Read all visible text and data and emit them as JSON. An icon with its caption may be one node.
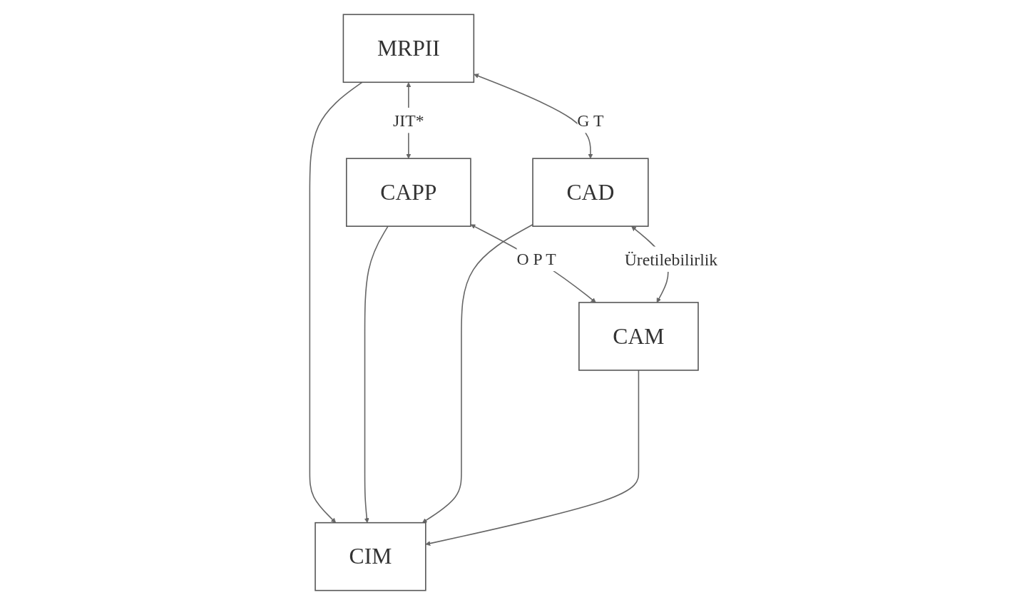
{
  "diagram": {
    "nodes": [
      {
        "text": [
          "MRPII"
        ]
      },
      {
        "text": [
          "CAPP"
        ]
      },
      {
        "text": [
          "CIM"
        ]
      },
      {
        "text": [
          "CAD"
        ]
      },
      {
        "text": [
          "CAM"
        ]
      }
    ],
    "edges": [
      {
        "from": 0,
        "to": 1,
        "arrow": "both",
        "label": "JIT*"
      },
      {
        "from": 0,
        "to": 3,
        "arrow": "both",
        "label": "G T"
      },
      {
        "from": 1,
        "to": 4,
        "arrow": "both",
        "label": "O P T"
      },
      {
        "from": 3,
        "to": 4,
        "arrow": "both",
        "label": "Üretilebilirlik"
      },
      {
        "from": 0,
        "to": 2,
        "arrow": "to"
      },
      {
        "from": 1,
        "to": 2,
        "arrow": "to"
      },
      {
        "from": 3,
        "to": 2,
        "arrow": "to"
      },
      {
        "from": 4,
        "to": 2,
        "arrow": "to"
      }
    ]
  }
}
